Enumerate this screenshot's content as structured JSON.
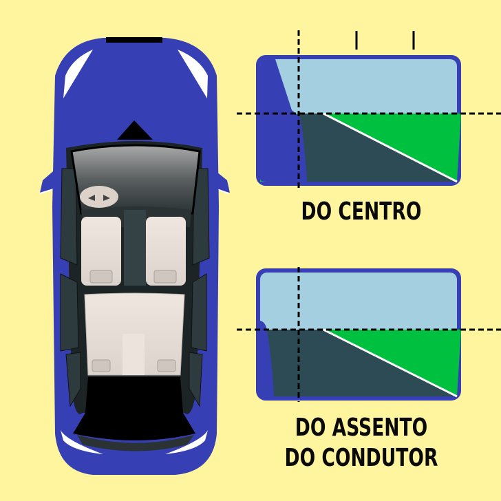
{
  "labels": {
    "center_view": "DO CENTRO",
    "driver_view_line1": "DO ASSENTO",
    "driver_view_line2": "DO CONDUTOR"
  },
  "colors": {
    "background": "#fff59f",
    "car_body": "#3640b4",
    "sky": "#a3cfe0",
    "road": "#2d4b55",
    "grass": "#00c040",
    "interior_light": "#ede4dd",
    "glass_dark": "#2e3b3e"
  },
  "icons": {
    "car": "car-top-view-icon",
    "mirror_view_center": "mirror-view-icon",
    "mirror_view_driver": "mirror-view-icon"
  }
}
